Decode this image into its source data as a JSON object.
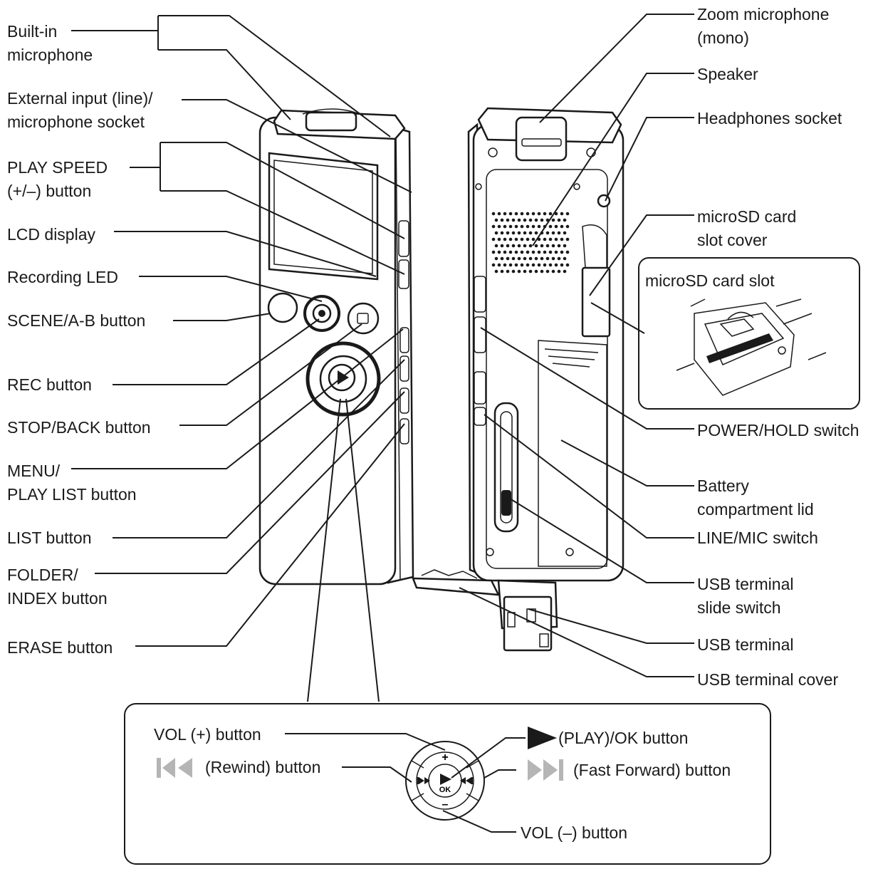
{
  "labels": {
    "builtin_mic": [
      "Built-in",
      "microphone"
    ],
    "ext_input": [
      "External input (line)/",
      "microphone socket"
    ],
    "play_speed": [
      "PLAY SPEED",
      "(+/–) button"
    ],
    "lcd": [
      "LCD display"
    ],
    "rec_led": [
      "Recording LED"
    ],
    "scene": [
      "SCENE/A-B button"
    ],
    "rec": [
      "REC button"
    ],
    "stop": [
      "STOP/BACK button"
    ],
    "menu": [
      "MENU/",
      "PLAY LIST button"
    ],
    "list": [
      "LIST button"
    ],
    "folder": [
      "FOLDER/",
      "INDEX button"
    ],
    "erase": [
      "ERASE button"
    ],
    "zoom_mic": [
      "Zoom microphone",
      "(mono)"
    ],
    "speaker": [
      "Speaker"
    ],
    "headphones": [
      "Headphones socket"
    ],
    "microsd_cover": [
      "microSD card",
      "slot cover"
    ],
    "microsd_slot": [
      "microSD card slot"
    ],
    "power": [
      "POWER/HOLD switch"
    ],
    "battery": [
      "Battery",
      "compartment lid"
    ],
    "line_mic": [
      "LINE/MIC switch"
    ],
    "usb_slide": [
      "USB terminal",
      "slide switch"
    ],
    "usb_terminal": [
      "USB terminal"
    ],
    "usb_cover": [
      "USB terminal cover"
    ],
    "vol_plus": [
      "VOL (+) button"
    ],
    "rewind": [
      "(Rewind) button"
    ],
    "play_ok": [
      "(PLAY)/OK button"
    ],
    "ffwd": [
      "(Fast Forward) button"
    ],
    "vol_minus": [
      "VOL (–) button"
    ]
  },
  "dial_marks": {
    "plus": "+",
    "minus": "–",
    "ok": "OK"
  },
  "colors": {
    "ink": "#1a1a1a",
    "icon_gray": "#b5b5b5",
    "background": "#ffffff"
  },
  "icons": [
    "rewind-icon",
    "fast-forward-icon",
    "play-icon"
  ]
}
